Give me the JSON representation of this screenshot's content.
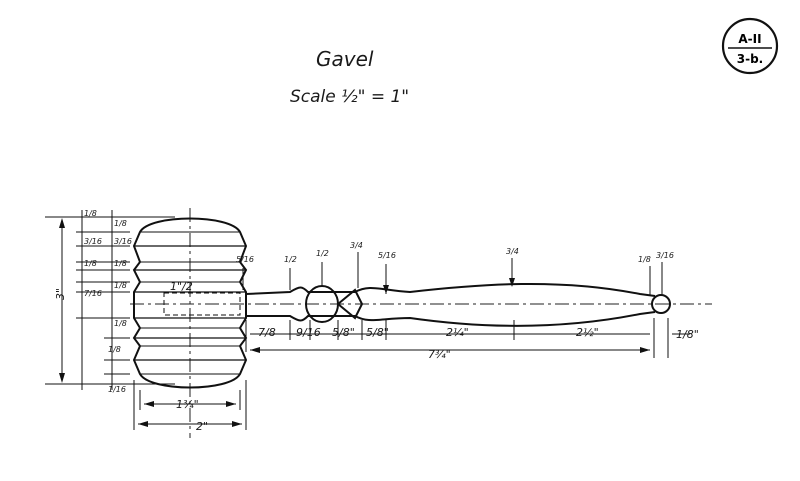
{
  "title": "Gavel",
  "scale": "Scale ½\" = 1\"",
  "plate": {
    "top": "A-II",
    "bottom": "3-b."
  },
  "dimensions": {
    "overall_height": "3\"",
    "head_width": "2\"",
    "face_width": "1¾\"",
    "bore": "1\"/2",
    "handle_total": "7¾\"",
    "seg_7_8": "7/8",
    "seg_9_16": "9/16",
    "seg_5_8_a": "5/8\"",
    "seg_5_8_b": "5/8\"",
    "seg_2_1_4": "2¼\"",
    "seg_2_1_2": "2½\"",
    "seg_1_8": "1/8\"",
    "left_stack": [
      "1/8",
      "1/8",
      "3/16",
      "3/16",
      "1/8",
      "1/8",
      "7/16",
      "1/8",
      "1/8",
      "1/8",
      "1/16"
    ],
    "handle_dia": [
      "5/16",
      "1/2",
      "1/2",
      "3/4",
      "5/16",
      "3/4",
      "1/8",
      "3/16"
    ]
  }
}
